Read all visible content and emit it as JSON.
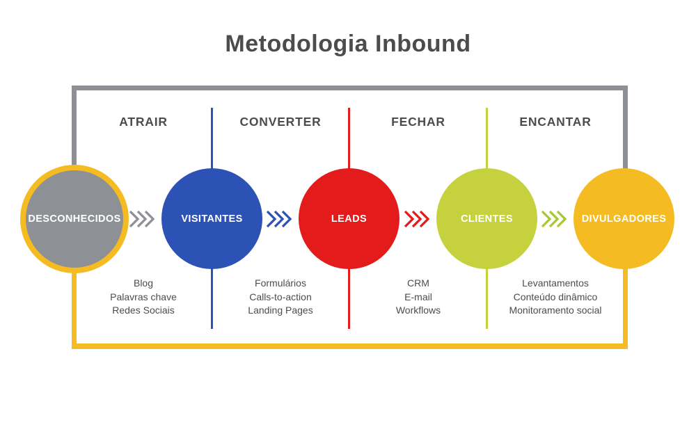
{
  "title": "Metodologia Inbound",
  "text_color": "#4c4c4e",
  "frame": {
    "gray": "#8d9094",
    "yellow": "#f5bb22"
  },
  "stages": [
    {
      "label": "ATRAIR",
      "tools": [
        "Blog",
        "Palavras chave",
        "Redes Sociais"
      ]
    },
    {
      "label": "CONVERTER",
      "tools": [
        "Formulários",
        "Calls-to-action",
        "Landing Pages"
      ]
    },
    {
      "label": "FECHAR",
      "tools": [
        "CRM",
        "E-mail",
        "Workflows"
      ]
    },
    {
      "label": "ENCANTAR",
      "tools": [
        "Levantamentos",
        "Conteúdo dinâmico",
        "Monitoramento social"
      ]
    }
  ],
  "circles": [
    {
      "label": "DESCONHECIDOS",
      "fill": "#8d9094",
      "ring": "#f5bb22"
    },
    {
      "label": "VISITANTES",
      "fill": "#2d52b5"
    },
    {
      "label": "LEADS",
      "fill": "#e41b1b"
    },
    {
      "label": "CLIENTES",
      "fill": "#c5d23e"
    },
    {
      "label": "DIVULGADORES",
      "fill": "#f5bb22"
    }
  ],
  "chevrons": [
    {
      "color": "#8d9094"
    },
    {
      "color": "#2d52b5"
    },
    {
      "color": "#e41b1b"
    },
    {
      "color": "#a9c82f"
    }
  ],
  "dividers": [
    {
      "color": "#2d52b5"
    },
    {
      "color": "#e41b1b"
    },
    {
      "color": "#c5d23e"
    }
  ]
}
